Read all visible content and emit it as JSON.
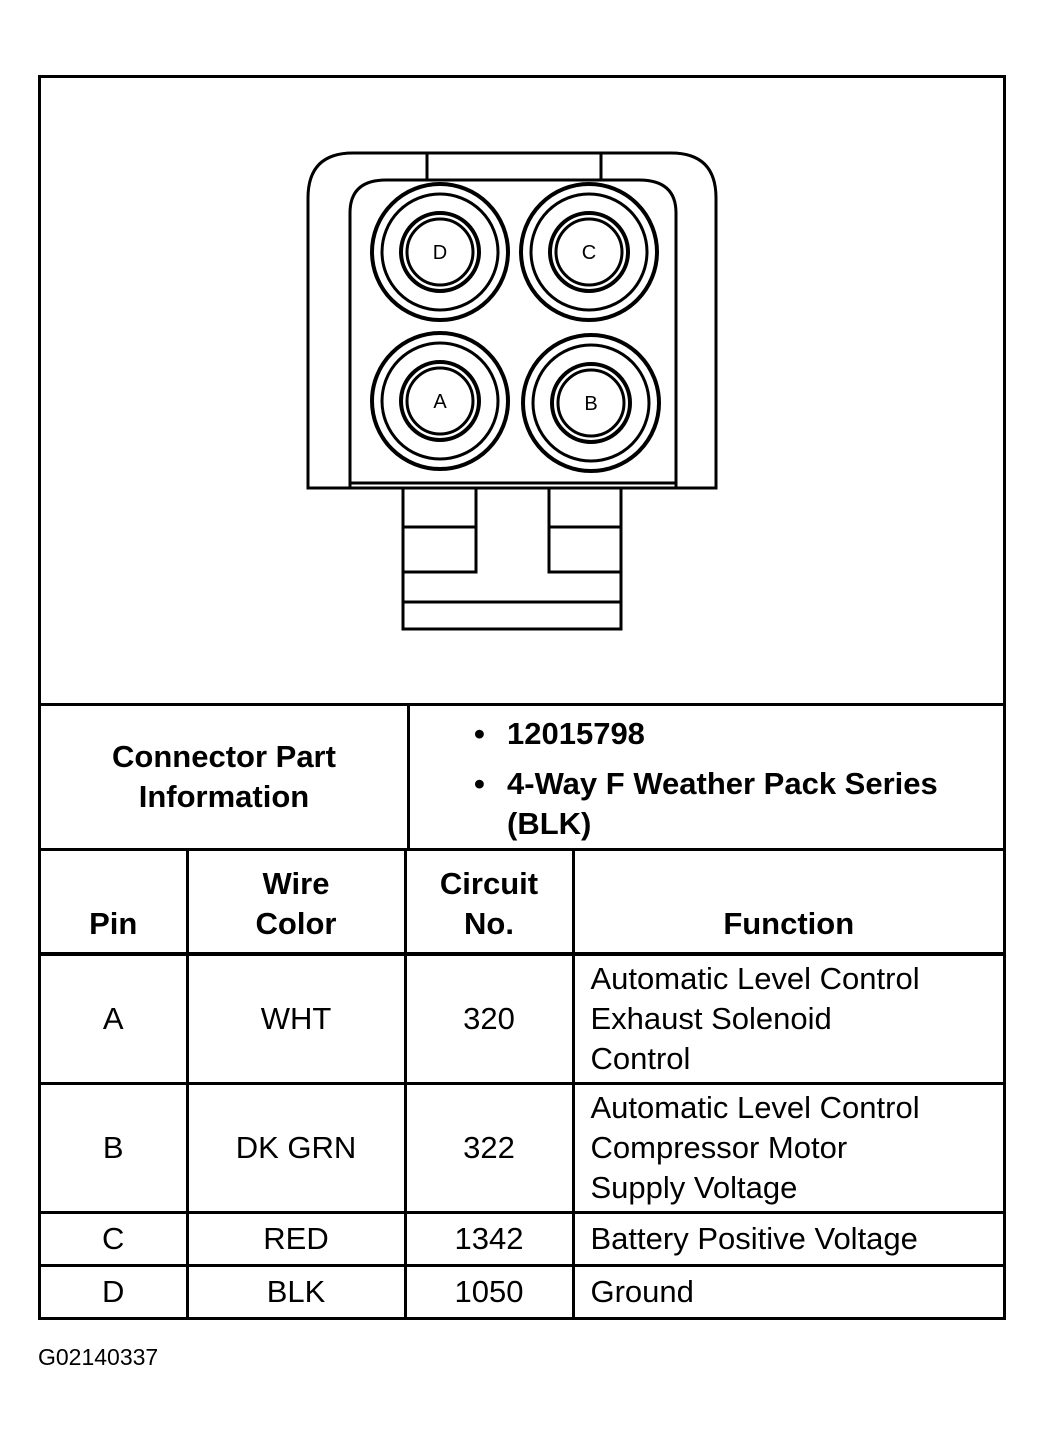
{
  "diagram": {
    "pins": [
      {
        "id": "D",
        "label": "D"
      },
      {
        "id": "C",
        "label": "C"
      },
      {
        "id": "A",
        "label": "A"
      },
      {
        "id": "B",
        "label": "B"
      }
    ]
  },
  "connector_info": {
    "label": "Connector Part Information",
    "items": [
      "12015798",
      "4-Way F Weather Pack Series (BLK)"
    ],
    "bullet": "•"
  },
  "table": {
    "headers": {
      "pin": "Pin",
      "wire_color_line1": "Wire",
      "wire_color_line2": "Color",
      "circuit_line1": "Circuit",
      "circuit_line2": "No.",
      "function": "Function"
    },
    "rows": [
      {
        "pin": "A",
        "wire_color": "WHT",
        "circuit": "320",
        "function_lines": [
          "Automatic Level Control",
          "Exhaust Solenoid",
          "Control"
        ]
      },
      {
        "pin": "B",
        "wire_color": "DK GRN",
        "circuit": "322",
        "function_lines": [
          "Automatic Level Control",
          "Compressor Motor",
          "Supply Voltage"
        ]
      },
      {
        "pin": "C",
        "wire_color": "RED",
        "circuit": "1342",
        "function_lines": [
          "Battery Positive Voltage"
        ]
      },
      {
        "pin": "D",
        "wire_color": "BLK",
        "circuit": "1050",
        "function_lines": [
          "Ground"
        ]
      }
    ]
  },
  "footer": {
    "code": "G02140337"
  }
}
